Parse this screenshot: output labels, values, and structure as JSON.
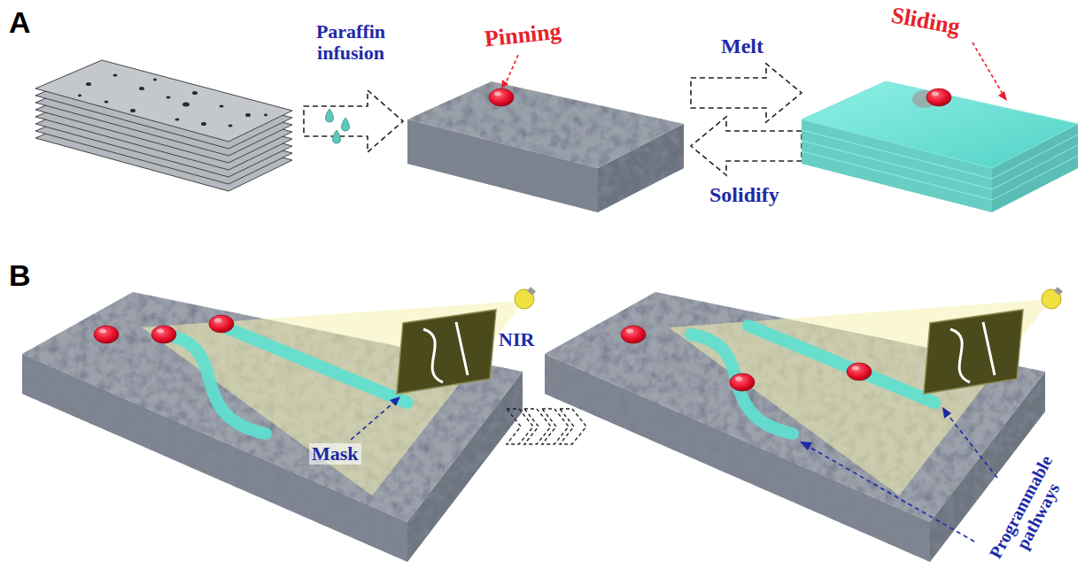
{
  "diagram": {
    "labels": [
      "A",
      "Paraffin infusion",
      "Pinning",
      "Melt",
      "Sliding",
      "Solidify",
      "B",
      "NIR",
      "Mask",
      "Programmable pathways"
    ]
  }
}
